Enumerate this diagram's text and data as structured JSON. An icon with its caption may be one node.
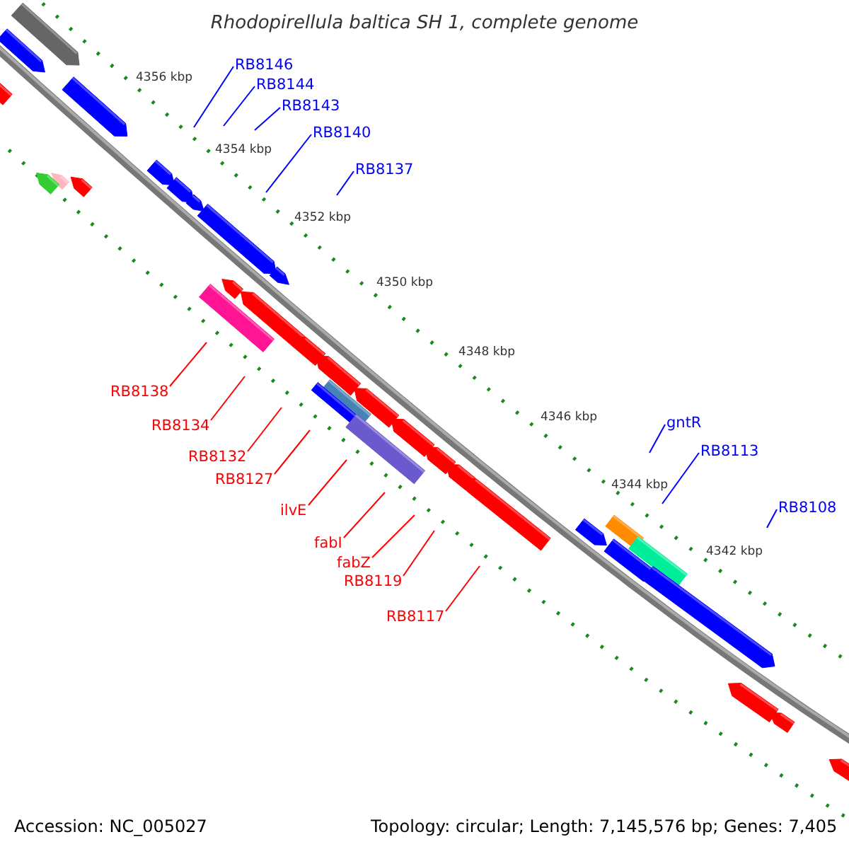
{
  "diagram": {
    "title": "Rhodopirellula baltica SH 1, complete genome",
    "nodes": [
      {
        "text": [
          "RB8146"
        ]
      },
      {
        "text": [
          "RB8144"
        ]
      },
      {
        "text": [
          "RB8143"
        ]
      },
      {
        "text": [
          "RB8140"
        ]
      },
      {
        "text": [
          "RB8137"
        ]
      },
      {
        "text": [
          "RB8138"
        ]
      },
      {
        "text": [
          "RB8134"
        ]
      },
      {
        "text": [
          "RB8132"
        ]
      },
      {
        "text": [
          "RB8127"
        ]
      },
      {
        "text": [
          "ilvE"
        ]
      },
      {
        "text": [
          "fabI"
        ]
      },
      {
        "text": [
          "fabZ"
        ]
      },
      {
        "text": [
          "RB8119"
        ]
      },
      {
        "text": [
          "RB8117"
        ]
      },
      {
        "text": [
          "gntR"
        ]
      },
      {
        "text": [
          "RB8113"
        ]
      },
      {
        "text": [
          "RB8108"
        ]
      }
    ],
    "edges": [
      {
        "from": 0,
        "to": null,
        "arrow": "none",
        "color": "#0000ff"
      },
      {
        "from": 1,
        "to": null,
        "arrow": "none",
        "color": "#0000ff"
      },
      {
        "from": 2,
        "to": null,
        "arrow": "none",
        "color": "#0000ff"
      },
      {
        "from": 3,
        "to": null,
        "arrow": "none",
        "color": "#0000ff"
      },
      {
        "from": 4,
        "to": null,
        "arrow": "none",
        "color": "#0000ff"
      },
      {
        "from": 5,
        "to": null,
        "arrow": "none"
      },
      {
        "from": 6,
        "to": null,
        "arrow": "none"
      },
      {
        "from": 7,
        "to": null,
        "arrow": "none"
      },
      {
        "from": 8,
        "to": null,
        "arrow": "none"
      },
      {
        "from": 9,
        "to": null,
        "arrow": "none"
      },
      {
        "from": 10,
        "to": null,
        "arrow": "none"
      },
      {
        "from": 11,
        "to": null,
        "arrow": "none"
      },
      {
        "from": 12,
        "to": null,
        "arrow": "none"
      },
      {
        "from": 13,
        "to": null,
        "arrow": "none"
      },
      {
        "from": 14,
        "to": null,
        "arrow": "none",
        "color": "#0000ff"
      },
      {
        "from": 15,
        "to": null,
        "arrow": "none",
        "color": "#0000ff"
      },
      {
        "from": 16,
        "to": null,
        "arrow": "none",
        "color": "#0000ff"
      }
    ],
    "labels": [
      "4356 kbp",
      "4354 kbp",
      "4352 kbp",
      "4350 kbp",
      "4348 kbp",
      "4346 kbp",
      "4344 kbp",
      "4342 kbp",
      "Accession: NC_005027",
      "Topology: circular; Length: 7,145,576 bp; Genes: 7,405"
    ]
  }
}
